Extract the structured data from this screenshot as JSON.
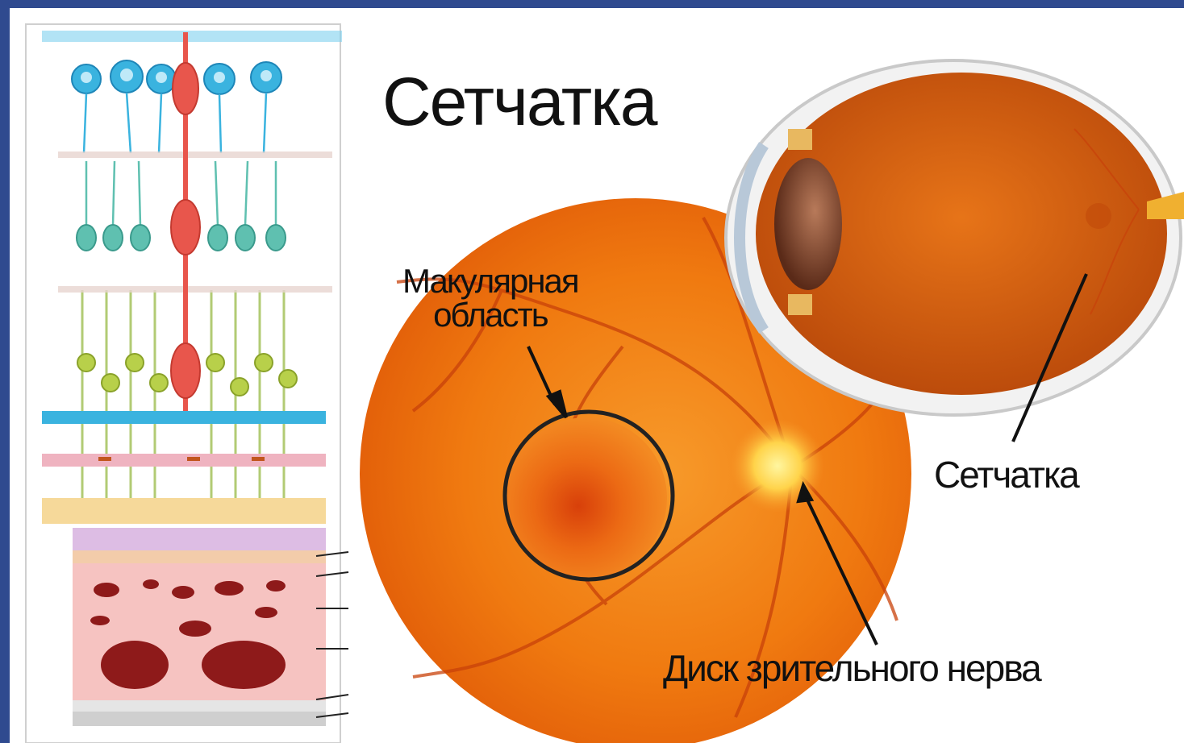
{
  "diagram": {
    "title": "Сетчатка",
    "labels": {
      "macula_line1": "Макулярная",
      "macula_line2": "область",
      "retina": "Сетчатка",
      "optic_disc": "Диск зрительного нерва"
    },
    "colors": {
      "background_frame": "#2f4a8f",
      "fundus": "#f07a10",
      "fundus_dark": "#d9560a",
      "macula": "#e26314",
      "optic_disc": "#ffd84a",
      "vessels": "#c8410a",
      "ganglion_cells": "#3ab3df",
      "bipolar_cells": "#5fc0b0",
      "photoreceptors": "#b8d04a",
      "red_neuron": "#e8564c",
      "choroid": "#f6c3c1",
      "blood_vessel_section": "#8e1a1a"
    }
  }
}
